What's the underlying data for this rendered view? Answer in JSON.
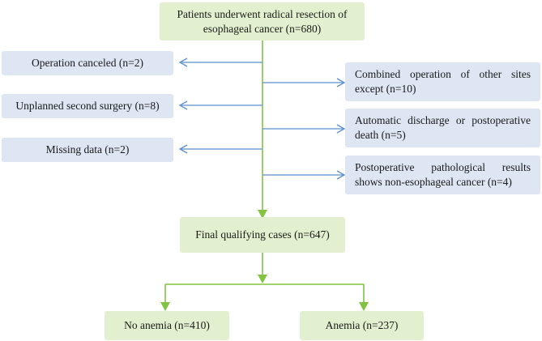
{
  "colors": {
    "green_box": "#e3f0d0",
    "blue_box": "#dde6f2",
    "green_line": "#82c341",
    "blue_arrow": "#5b8fd0"
  },
  "boxes": {
    "start": {
      "line1": "Patients underwent radical resection of",
      "line2": "esophageal cancer (n=680)"
    },
    "excl_left_1": "Operation canceled (n=2)",
    "excl_left_2": "Unplanned second surgery (n=8)",
    "excl_left_3": "Missing data (n=2)",
    "excl_right_1": {
      "line1": "Combined operation of other sites",
      "line2": "except (n=10)"
    },
    "excl_right_2": {
      "line1": "Automatic discharge or postoperative",
      "line2": "death (n=5)"
    },
    "excl_right_3": {
      "line1": "Postoperative pathological results",
      "line2": "shows non-esophageal cancer (n=4)"
    },
    "final": "Final qualifying cases (n=647)",
    "no_anemia": "No anemia (n=410)",
    "anemia": "Anemia (n=237)"
  }
}
